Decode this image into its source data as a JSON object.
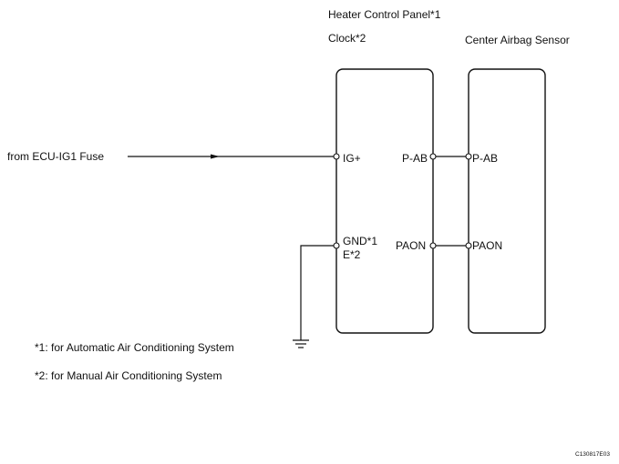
{
  "components": {
    "heater_panel": {
      "title_line1": "Heater Control Panel*1",
      "title_line2": "Clock*2"
    },
    "airbag_sensor": {
      "title": "Center Airbag Sensor"
    }
  },
  "source": {
    "label": "from ECU-IG1 Fuse"
  },
  "pins": {
    "ig_plus": "IG+",
    "gnd_line1": "GND*1",
    "gnd_line2": "E*2",
    "p_ab_left": "P-AB",
    "paon_left": "PAON",
    "p_ab_right": "P-AB",
    "paon_right": "PAON"
  },
  "notes": {
    "note1": "*1: for Automatic Air Conditioning System",
    "note2": "*2: for Manual Air Conditioning System"
  },
  "figure_id": "C130817E03"
}
